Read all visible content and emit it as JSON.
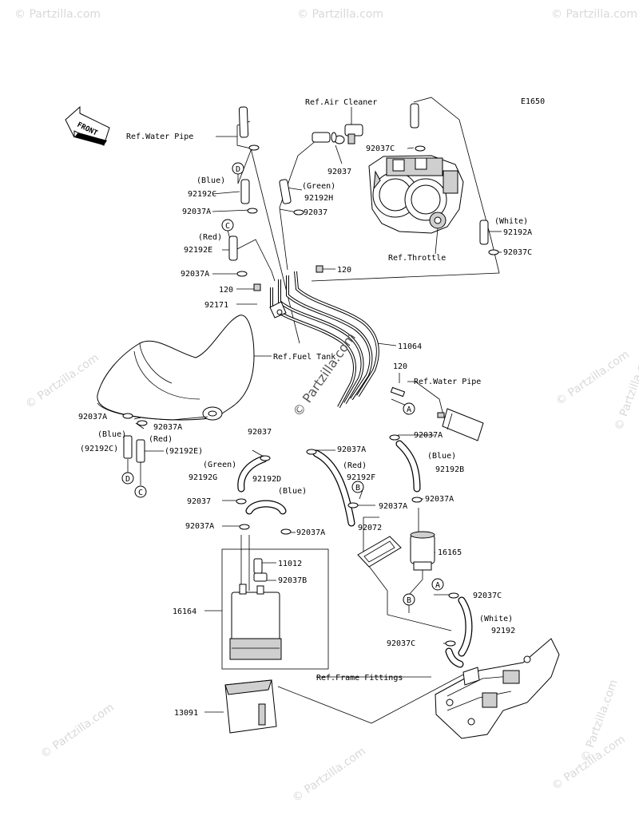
{
  "code": "E1650",
  "front": "FRONT",
  "watermark_main": "© Partzilla.com",
  "watermark": "© Partzilla.com",
  "refs": {
    "water_pipe_1": "Ref.Water Pipe",
    "air_cleaner": "Ref.Air Cleaner",
    "throttle": "Ref.Throttle",
    "fuel_tank": "Ref.Fuel Tank",
    "water_pipe_2": "Ref.Water Pipe",
    "frame_fittings": "Ref.Frame Fittings"
  },
  "labels": [
    {
      "id": "lbl-92037c-top",
      "text": "92037C"
    },
    {
      "id": "lbl-92037-top",
      "text": "92037"
    },
    {
      "id": "lbl-green-top",
      "text": "(Green)"
    },
    {
      "id": "lbl-92192h",
      "text": "92192H"
    },
    {
      "id": "lbl-92037-top2",
      "text": "92037"
    },
    {
      "id": "lbl-blue-top",
      "text": "(Blue)"
    },
    {
      "id": "lbl-92192c-top",
      "text": "92192C"
    },
    {
      "id": "lbl-92037a-1",
      "text": "92037A"
    },
    {
      "id": "lbl-red-top",
      "text": "(Red)"
    },
    {
      "id": "lbl-92192e-top",
      "text": "92192E"
    },
    {
      "id": "lbl-white-top",
      "text": "(White)"
    },
    {
      "id": "lbl-92192a",
      "text": "92192A"
    },
    {
      "id": "lbl-92037c-right",
      "text": "92037C"
    },
    {
      "id": "lbl-92037a-2",
      "text": "92037A"
    },
    {
      "id": "lbl-120-left",
      "text": "120"
    },
    {
      "id": "lbl-120-top",
      "text": "120"
    },
    {
      "id": "lbl-92171",
      "text": "92171"
    },
    {
      "id": "lbl-11064",
      "text": "11064"
    },
    {
      "id": "lbl-120-mid",
      "text": "120"
    },
    {
      "id": "lbl-92037a-3",
      "text": "92037A"
    },
    {
      "id": "lbl-92037a-4",
      "text": "92037A"
    },
    {
      "id": "lbl-blue-left",
      "text": "(Blue)"
    },
    {
      "id": "lbl-92192c-left",
      "text": "(92192C)"
    },
    {
      "id": "lbl-red-left",
      "text": "(Red)"
    },
    {
      "id": "lbl-92192e-left",
      "text": "(92192E)"
    },
    {
      "id": "lbl-92037-mid",
      "text": "92037"
    },
    {
      "id": "lbl-92037a-5",
      "text": "92037A"
    },
    {
      "id": "lbl-92037a-6",
      "text": "92037A"
    },
    {
      "id": "lbl-green-mid",
      "text": "(Green)"
    },
    {
      "id": "lbl-92192g",
      "text": "92192G"
    },
    {
      "id": "lbl-92192d",
      "text": "92192D"
    },
    {
      "id": "lbl-blue-mid",
      "text": "(Blue)"
    },
    {
      "id": "lbl-red-mid",
      "text": "(Red)"
    },
    {
      "id": "lbl-92192f",
      "text": "92192F"
    },
    {
      "id": "lbl-blue-right",
      "text": "(Blue)"
    },
    {
      "id": "lbl-92192b",
      "text": "92192B"
    },
    {
      "id": "lbl-92037-low",
      "text": "92037"
    },
    {
      "id": "lbl-92037a-7",
      "text": "92037A"
    },
    {
      "id": "lbl-92037a-8",
      "text": "92037A"
    },
    {
      "id": "lbl-92037a-9",
      "text": "92037A"
    },
    {
      "id": "lbl-92037a-10",
      "text": "92037A"
    },
    {
      "id": "lbl-92072",
      "text": "92072"
    },
    {
      "id": "lbl-16165",
      "text": "16165"
    },
    {
      "id": "lbl-11012",
      "text": "11012"
    },
    {
      "id": "lbl-92037b",
      "text": "92037B"
    },
    {
      "id": "lbl-16164",
      "text": "16164"
    },
    {
      "id": "lbl-92037c-low",
      "text": "92037C"
    },
    {
      "id": "lbl-white-low",
      "text": "(White)"
    },
    {
      "id": "lbl-92192",
      "text": "92192"
    },
    {
      "id": "lbl-92037c-bottom",
      "text": "92037C"
    },
    {
      "id": "lbl-13091",
      "text": "13091"
    }
  ],
  "callouts": {
    "D": "D",
    "C": "C",
    "A": "A",
    "B": "B"
  }
}
